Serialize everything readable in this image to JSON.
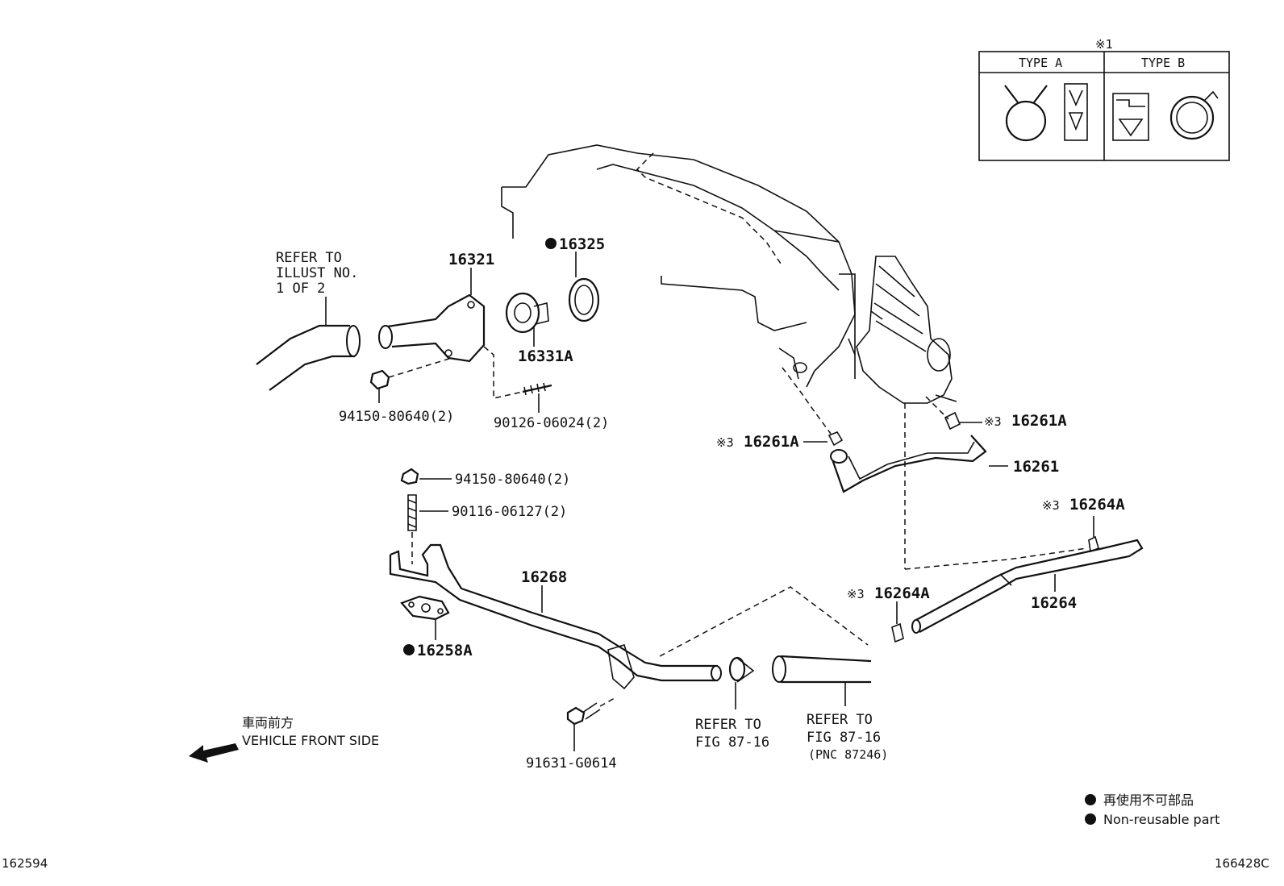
{
  "note_marker": "※1",
  "clip_table": {
    "type_a": "TYPE A",
    "type_b": "TYPE B"
  },
  "refer_illust": [
    "REFER TO",
    "ILLUST NO.",
    "1 OF 2"
  ],
  "parts": {
    "p16321": "16321",
    "p16325": "16325",
    "p16331A": "16331A",
    "p94150_top": "94150-80640(2)",
    "p90126": "90126-06024(2)",
    "p16261A_left": "16261A",
    "p16261A_right": "16261A",
    "p16261": "16261",
    "p94150_mid": "94150-80640(2)",
    "p90116": "90116-06127(2)",
    "p16268": "16268",
    "p16258A": "16258A",
    "p16264A_top": "16264A",
    "p16264A_mid": "16264A",
    "p16264": "16264",
    "p91631": "91631-G0614"
  },
  "note3": "※3",
  "refer_fig_left": [
    "REFER TO",
    "FIG 87-16"
  ],
  "refer_fig_right": [
    "REFER TO",
    "FIG 87-16",
    "(PNC 87246)"
  ],
  "direction": {
    "jp": "車両前方",
    "en": "VEHICLE FRONT SIDE"
  },
  "legend": {
    "jp": "再使用不可部品",
    "en": "Non-reusable part"
  },
  "corner_left": "162594",
  "corner_right": "166428C"
}
